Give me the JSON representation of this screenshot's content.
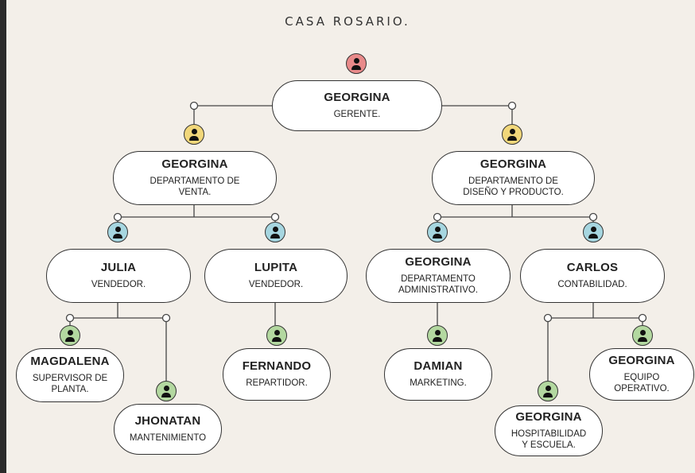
{
  "title": "CASA ROSARIO.",
  "colors": {
    "background": "#f3efe9",
    "red": "#e88a8a",
    "yellow": "#f1d77a",
    "blue": "#a6d6e0",
    "green": "#b3d8a0"
  },
  "nodes": [
    {
      "name": "GEORGINA",
      "role": "GERENTE.",
      "avatar": "red"
    },
    {
      "name": "GEORGINA",
      "role": "DEPARTAMENTO DE\nVENTA.",
      "avatar": "yellow"
    },
    {
      "name": "GEORGINA",
      "role": "DEPARTAMENTO DE\nDISEÑO Y PRODUCTO.",
      "avatar": "yellow"
    },
    {
      "name": "JULIA",
      "role": "VENDEDOR.",
      "avatar": "blue"
    },
    {
      "name": "LUPITA",
      "role": "VENDEDOR.",
      "avatar": "blue"
    },
    {
      "name": "GEORGINA",
      "role": "DEPARTAMENTO\nADMINISTRATIVO.",
      "avatar": "blue"
    },
    {
      "name": "CARLOS",
      "role": "CONTABILIDAD.",
      "avatar": "blue"
    },
    {
      "name": "MAGDALENA",
      "role": "SUPERVISOR DE\nPLANTA.",
      "avatar": "green"
    },
    {
      "name": "JHONATAN",
      "role": "MANTENIMIENTO",
      "avatar": "green"
    },
    {
      "name": "FERNANDO",
      "role": "REPARTIDOR.",
      "avatar": "green"
    },
    {
      "name": "DAMIAN",
      "role": "MARKETING.",
      "avatar": "green"
    },
    {
      "name": "GEORGINA",
      "role": "HOSPITABILIDAD\nY ESCUELA.",
      "avatar": "green"
    },
    {
      "name": "GEORGINA",
      "role": "EQUIPO\nOPERATIVO.",
      "avatar": "green"
    }
  ]
}
